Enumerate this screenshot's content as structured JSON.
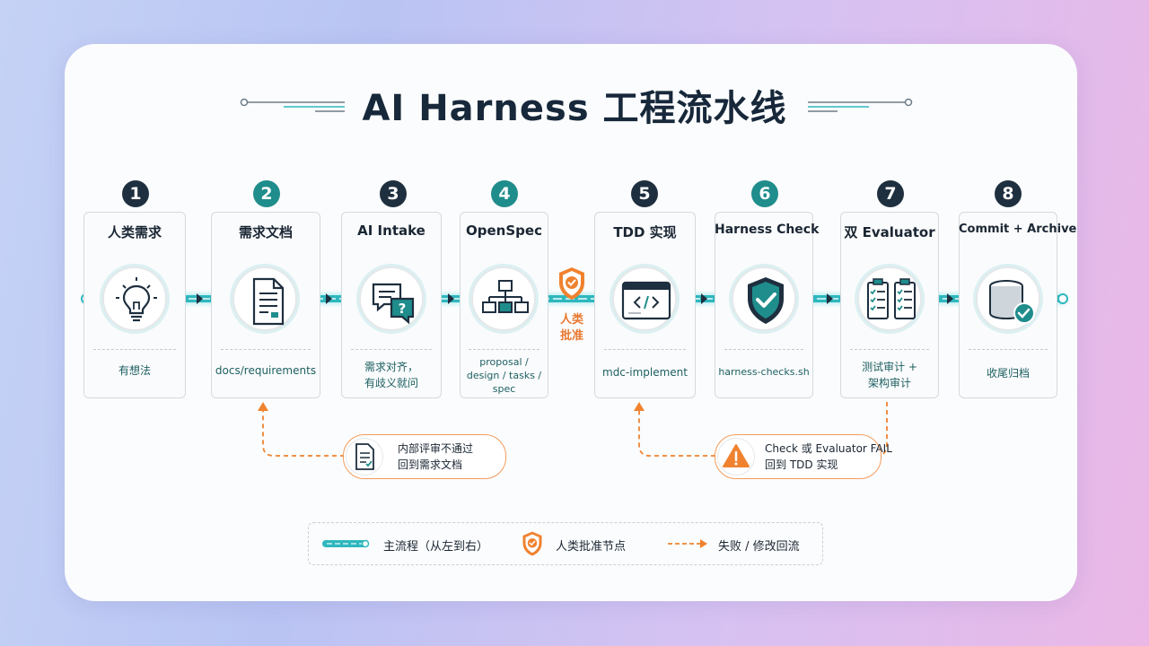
{
  "title": "AI Harness 工程流水线",
  "colors": {
    "accent_teal": "#2fb7be",
    "dark": "#1e2f3f",
    "teal_badge": "#1f8d8c",
    "orange": "#f0822f"
  },
  "steps": [
    {
      "num": "1",
      "name": "人类需求",
      "desc1": "有想法",
      "desc2": "",
      "desc3": "",
      "icon": "lightbulb-icon",
      "badge": "dark"
    },
    {
      "num": "2",
      "name": "需求文档",
      "desc1": "docs/requirements",
      "desc2": "",
      "desc3": "",
      "icon": "document-icon",
      "badge": "teal"
    },
    {
      "num": "3",
      "name": "AI Intake",
      "desc1": "需求对齐，",
      "desc2": "有歧义就问",
      "desc3": "",
      "icon": "chat-question-icon",
      "badge": "dark"
    },
    {
      "num": "4",
      "name": "OpenSpec",
      "desc1": "proposal /",
      "desc2": "design / tasks /",
      "desc3": "spec",
      "icon": "flowchart-icon",
      "badge": "teal"
    },
    {
      "num": "5",
      "name": "TDD 实现",
      "desc1": "mdc-implement",
      "desc2": "",
      "desc3": "",
      "icon": "code-window-icon",
      "badge": "dark"
    },
    {
      "num": "6",
      "name": "Harness Check",
      "desc1": "harness-checks.sh",
      "desc2": "",
      "desc3": "",
      "icon": "shield-check-icon",
      "badge": "teal"
    },
    {
      "num": "7",
      "name": "双 Evaluator",
      "desc1": "测试审计 +",
      "desc2": "架构审计",
      "desc3": "",
      "icon": "checklists-icon",
      "badge": "dark"
    },
    {
      "num": "8",
      "name": "Commit + Archive",
      "desc1": "收尾归档",
      "desc2": "",
      "desc3": "",
      "icon": "database-check-icon",
      "badge": "dark"
    }
  ],
  "human_gate": {
    "line1": "人类",
    "line2": "批准",
    "icon": "shield-check-icon"
  },
  "loops": [
    {
      "line1": "内部评审不通过",
      "line2": "回到需求文档",
      "icon": "document-icon"
    },
    {
      "line1": "Check 或 Evaluator FAIL",
      "line2": "回到 TDD 实现",
      "icon": "warning-icon"
    }
  ],
  "legend": {
    "main_flow": "主流程（从左到右）",
    "human_approval": "人类批准节点",
    "fail_loop": "失败 / 修改回流"
  }
}
